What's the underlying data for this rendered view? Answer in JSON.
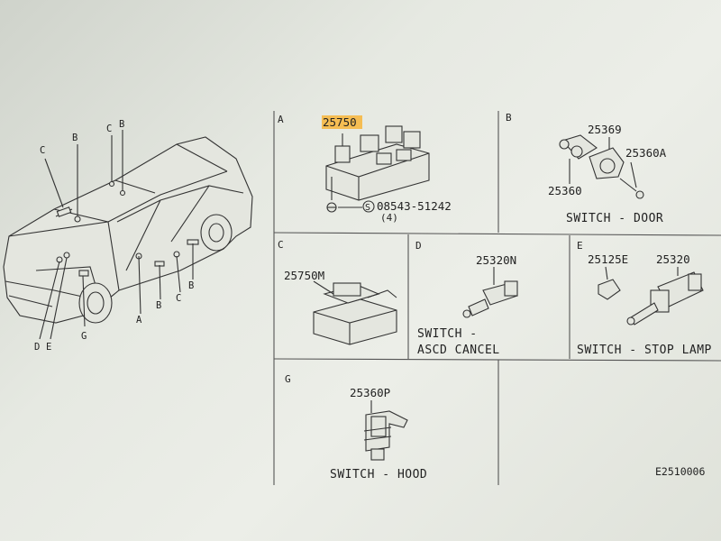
{
  "panels": {
    "a": {
      "letter": "A",
      "part_main": "25750",
      "part_bolt": "08543-51242",
      "bolt_marker": "S",
      "bolt_qty": "(4)",
      "highlight_color": "#f7b53a"
    },
    "b": {
      "letter": "B",
      "part_1": "25369",
      "part_2": "25360A",
      "part_3": "25360",
      "caption": "SWITCH - DOOR"
    },
    "c": {
      "letter": "C",
      "part": "25750M"
    },
    "d": {
      "letter": "D",
      "part": "25320N",
      "caption_line1": "SWITCH -",
      "caption_line2": "ASCD CANCEL"
    },
    "e": {
      "letter": "E",
      "part_1": "25125E",
      "part_2": "25320",
      "caption": "SWITCH - STOP LAMP"
    },
    "g": {
      "letter": "G",
      "part": "25360P",
      "caption": "SWITCH - HOOD"
    }
  },
  "car_labels": {
    "c_top": "C",
    "b_top": "B",
    "c_left": "C",
    "b_mid": "B",
    "a_bottom": "A",
    "b_bottom": "B",
    "c_right": "C",
    "b_right": "B",
    "d_bottom": "D",
    "e_bottom": "E",
    "g_bottom": "G"
  },
  "figure_id": "E2510006"
}
